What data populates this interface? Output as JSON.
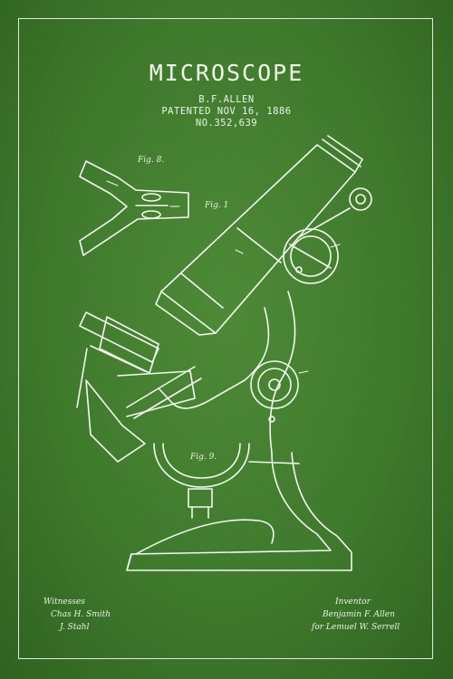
{
  "header": {
    "title": "MICROSCOPE",
    "inventor_line": "B.F.ALLEN",
    "patent_line": "PATENTED NOV 16, 1886",
    "number_line": "NO.352,639"
  },
  "figures": {
    "fig8": "Fig. 8.",
    "fig1": "Fig. 1",
    "fig9": "Fig. 9."
  },
  "signatures": {
    "witnesses_label": "Witnesses",
    "witness_1": "Chas H. Smith",
    "witness_2": "J. Stahl",
    "inventor_label": "Inventor",
    "inventor_name": "Benjamin F. Allen",
    "attorney": "for Lemuel W. Serrell"
  },
  "colors": {
    "background": "#3f7a2c",
    "ink": "#f4f6ef"
  }
}
